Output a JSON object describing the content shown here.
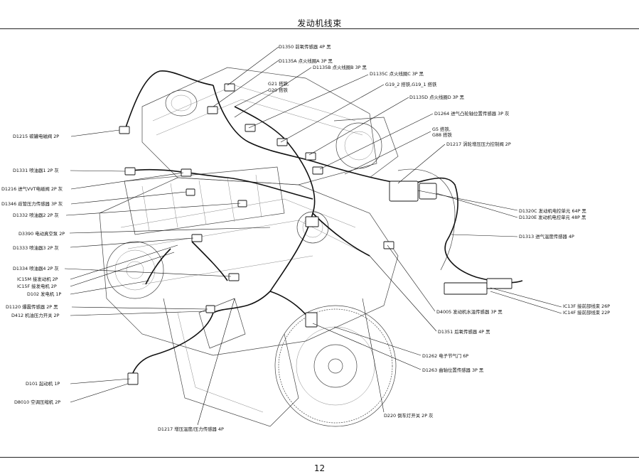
{
  "header": {
    "title": "发动机线束"
  },
  "footer": {
    "page_number": "12"
  },
  "labels": {
    "d1350": "D1350 前氧传感器 4P 黑",
    "d1135a": "D1135A 点火线圈A 3P 黑",
    "d1135b": "D1135B 点火线圈B 3P 黑",
    "d1135c": "D1135C 点火线圈C 3P 黑",
    "g21": "G21 搭铁,",
    "g20": "G20 搭铁",
    "g19": "G19_2 搭铁,G19_1 搭铁",
    "d1135d": "D1135D 点火线圈D 3P 黑",
    "d1264": "D1264 进气凸轮轴位置传感器 3P 灰",
    "g5": "G5 搭铁,",
    "g88": "G88 搭铁",
    "d1217a": "D1217 涡轮增压压力控制阀 2P",
    "d1215": "D1215 碳罐电磁阀 2P",
    "d1331": "D1331 喷油器1 2P 灰",
    "d1216": "D1216 进气VVT电磁阀 2P 灰",
    "d1346": "D1346 歧管压力传感器 3P 灰",
    "d1332": "D1332 喷油器2 2P 灰",
    "d3390": "D3390 电动真空泵 2P",
    "d1333": "D1333 喷油器3 2P 灰",
    "d1334": "D1334 喷油器4 2P 灰",
    "ic15m": "IC15M 接发动机 2P",
    "ic15f": "IC15F 接发电机 2P",
    "d102": "D102 发电机 1P",
    "d1120": "D1120 爆震传感器 2P 黑",
    "d412": "D412 机油压力开关 2P",
    "d101": "D101 起动机 1P",
    "d8010": "D8010 空调压缩机 2P",
    "d1217b": "D1217 增压温度/压力传感器 4P",
    "d220": "D220 倒车灯开关 2P 灰",
    "d1263": "D1263 曲轴位置传感器 3P 黑",
    "d1262": "D1262 电子节气门 6P",
    "d1351": "D1351 后氧传感器 4P 黑",
    "d4005": "D4005 发动机水温传感器 3P 黑",
    "ic13f": "IC13F 接前部线束 26P",
    "ic14f": "IC14F 接前部线束 22P",
    "d1320c": "D1320C 发动机电控单元 64P 黑",
    "d1320e": "D1320E 发动机电控单元 48P 黑",
    "d1313": "D1313 进气温度传感器 4P"
  }
}
